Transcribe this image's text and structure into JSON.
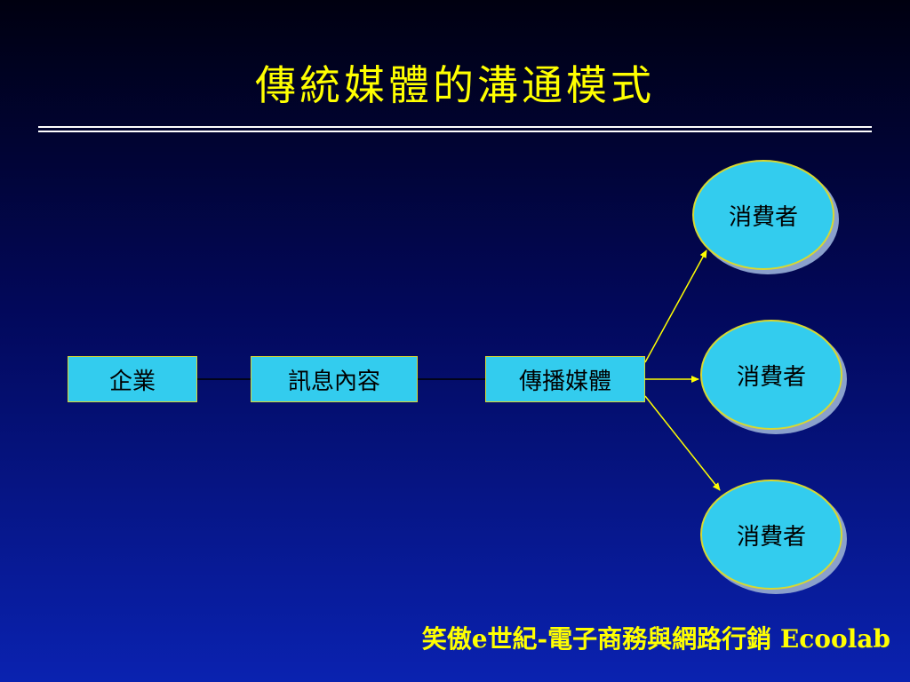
{
  "slide": {
    "title": "傳統媒體的溝通模式",
    "footer": "笑傲e世紀-電子商務與網路行銷  Ecoolab"
  },
  "diagram": {
    "nodes": {
      "company": "企業",
      "message": "訊息內容",
      "media": "傳播媒體",
      "consumers": [
        "消費者",
        "消費者",
        "消費者"
      ]
    }
  },
  "colors": {
    "title": "#ffff00",
    "node_fill": "#33ccee",
    "node_border": "#d8d830",
    "arrow": "#ffff00"
  }
}
